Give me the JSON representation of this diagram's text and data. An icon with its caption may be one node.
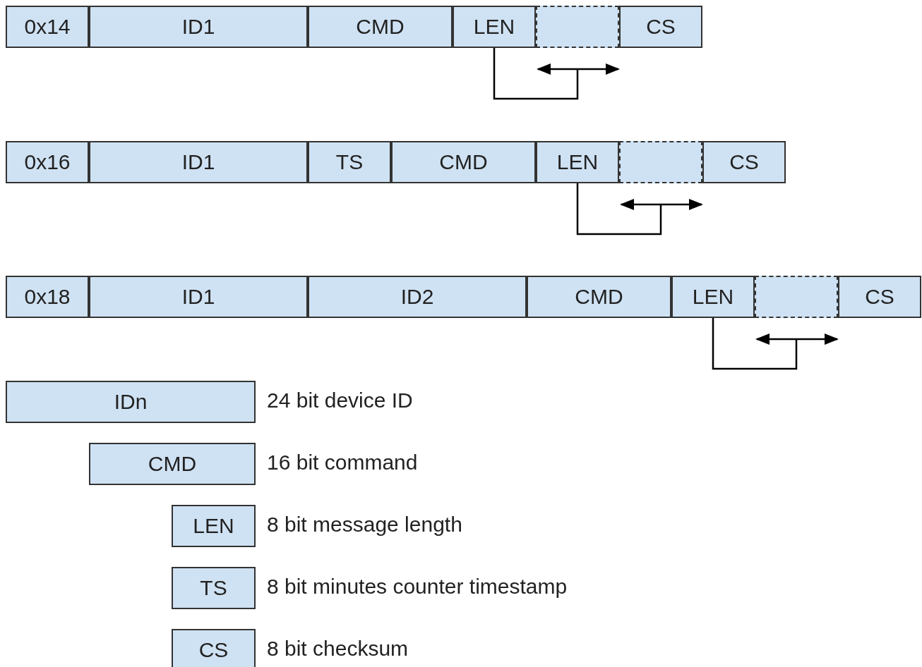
{
  "diagram": {
    "nodes": [
      {
        "text": [
          "0x14"
        ]
      },
      {
        "text": [
          "ID1"
        ]
      },
      {
        "text": [
          "CMD"
        ]
      },
      {
        "text": [
          "LEN"
        ]
      },
      {
        "text": [],
        "shape": "box"
      },
      {
        "text": [
          "CS"
        ]
      },
      {
        "text": [
          "0x16"
        ]
      },
      {
        "text": [
          "ID1"
        ]
      },
      {
        "text": [
          "TS"
        ]
      },
      {
        "text": [
          "CMD"
        ]
      },
      {
        "text": [
          "LEN"
        ]
      },
      {
        "text": [],
        "shape": "box"
      },
      {
        "text": [
          "CS"
        ]
      },
      {
        "text": [
          "0x18"
        ]
      },
      {
        "text": [
          "ID1"
        ]
      },
      {
        "text": [
          "ID2"
        ]
      },
      {
        "text": [
          "CMD"
        ]
      },
      {
        "text": [
          "LEN"
        ]
      },
      {
        "text": [],
        "shape": "box"
      },
      {
        "text": [
          "CS"
        ]
      },
      {
        "text": [
          "IDn"
        ],
        "beside": [
          "24 bit device ID"
        ]
      },
      {
        "text": [
          "CMD"
        ],
        "beside": [
          "16 bit command"
        ]
      },
      {
        "text": [
          "LEN"
        ],
        "beside": [
          "8 bit message length"
        ]
      },
      {
        "text": [
          "TS"
        ],
        "beside": [
          "8 bit minutes counter timestamp"
        ]
      },
      {
        "text": [
          "CS"
        ],
        "beside": [
          "8 bit checksum"
        ]
      }
    ],
    "edges": [
      {
        "from": 3,
        "to": 4,
        "arrow": "none"
      },
      {
        "from": 10,
        "to": 11,
        "arrow": "none"
      },
      {
        "from": 17,
        "to": 18,
        "arrow": "none"
      }
    ]
  }
}
